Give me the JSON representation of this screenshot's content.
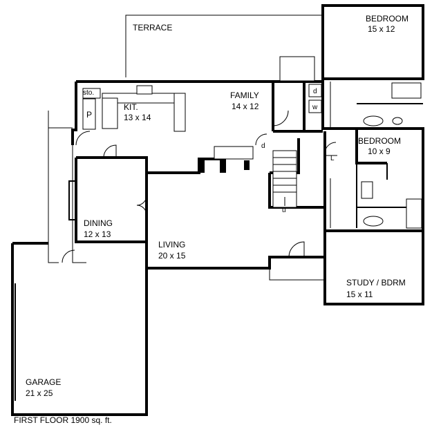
{
  "plan": {
    "caption": "FIRST FLOOR  1900  sq. ft.",
    "rooms": {
      "terrace": {
        "name": "TERRACE"
      },
      "bedroom1": {
        "name": "BEDROOM",
        "size": "15 x 12"
      },
      "bedroom2": {
        "name": "BEDROOM",
        "size": "10 x 9"
      },
      "family": {
        "name": "FAMILY",
        "size": "14 x 12"
      },
      "kitchen": {
        "name": "KIT.",
        "size": "13 x 14"
      },
      "dining": {
        "name": "DINING",
        "size": "12 x 13"
      },
      "living": {
        "name": "LIVING",
        "size": "20 x 15"
      },
      "study": {
        "name": "STUDY / BDRM",
        "size": "15 x 11"
      },
      "garage": {
        "name": "GARAGE",
        "size": "21 x 25"
      }
    },
    "tags": {
      "storage": "sto.",
      "pantry": "P",
      "dryer": "d",
      "washer": "w",
      "stair_d": "d",
      "linen": "L",
      "stair_u": "u"
    },
    "colors": {
      "walls": "#000000",
      "background": "#ffffff"
    }
  }
}
